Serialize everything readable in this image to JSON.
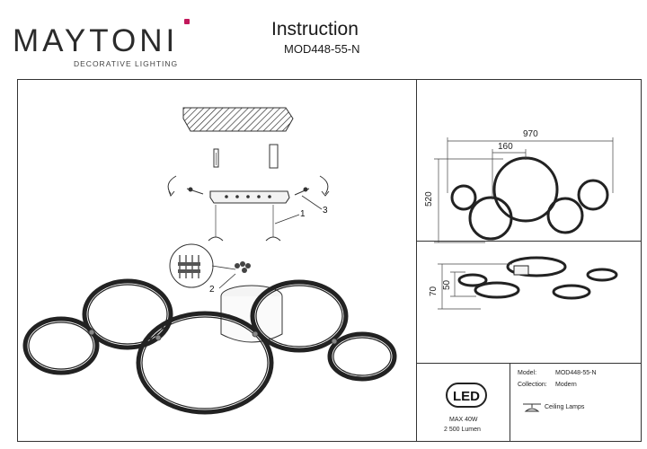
{
  "header": {
    "brand": "MAYTONI",
    "tagline": "DECORATIVE LIGHTING",
    "title": "Instruction",
    "model_code": "MOD448-55-N"
  },
  "callouts": [
    "1",
    "2",
    "3"
  ],
  "dimensions": {
    "top_view": {
      "width": "970",
      "spacing": "160",
      "height": "520"
    },
    "side_view": {
      "height_total": "70",
      "height_ring": "50"
    }
  },
  "specs": {
    "rows": [
      {
        "label": "Model:",
        "value": "MOD448-55-N"
      },
      {
        "label": "Collection:",
        "value": "Modern"
      }
    ],
    "category": "Ceiling Lamps",
    "led_badge": "LED",
    "power": "MAX 40W",
    "lumen": "2 500 Lumen"
  },
  "colors": {
    "brand_accent": "#c2185b",
    "line": "#222222"
  }
}
